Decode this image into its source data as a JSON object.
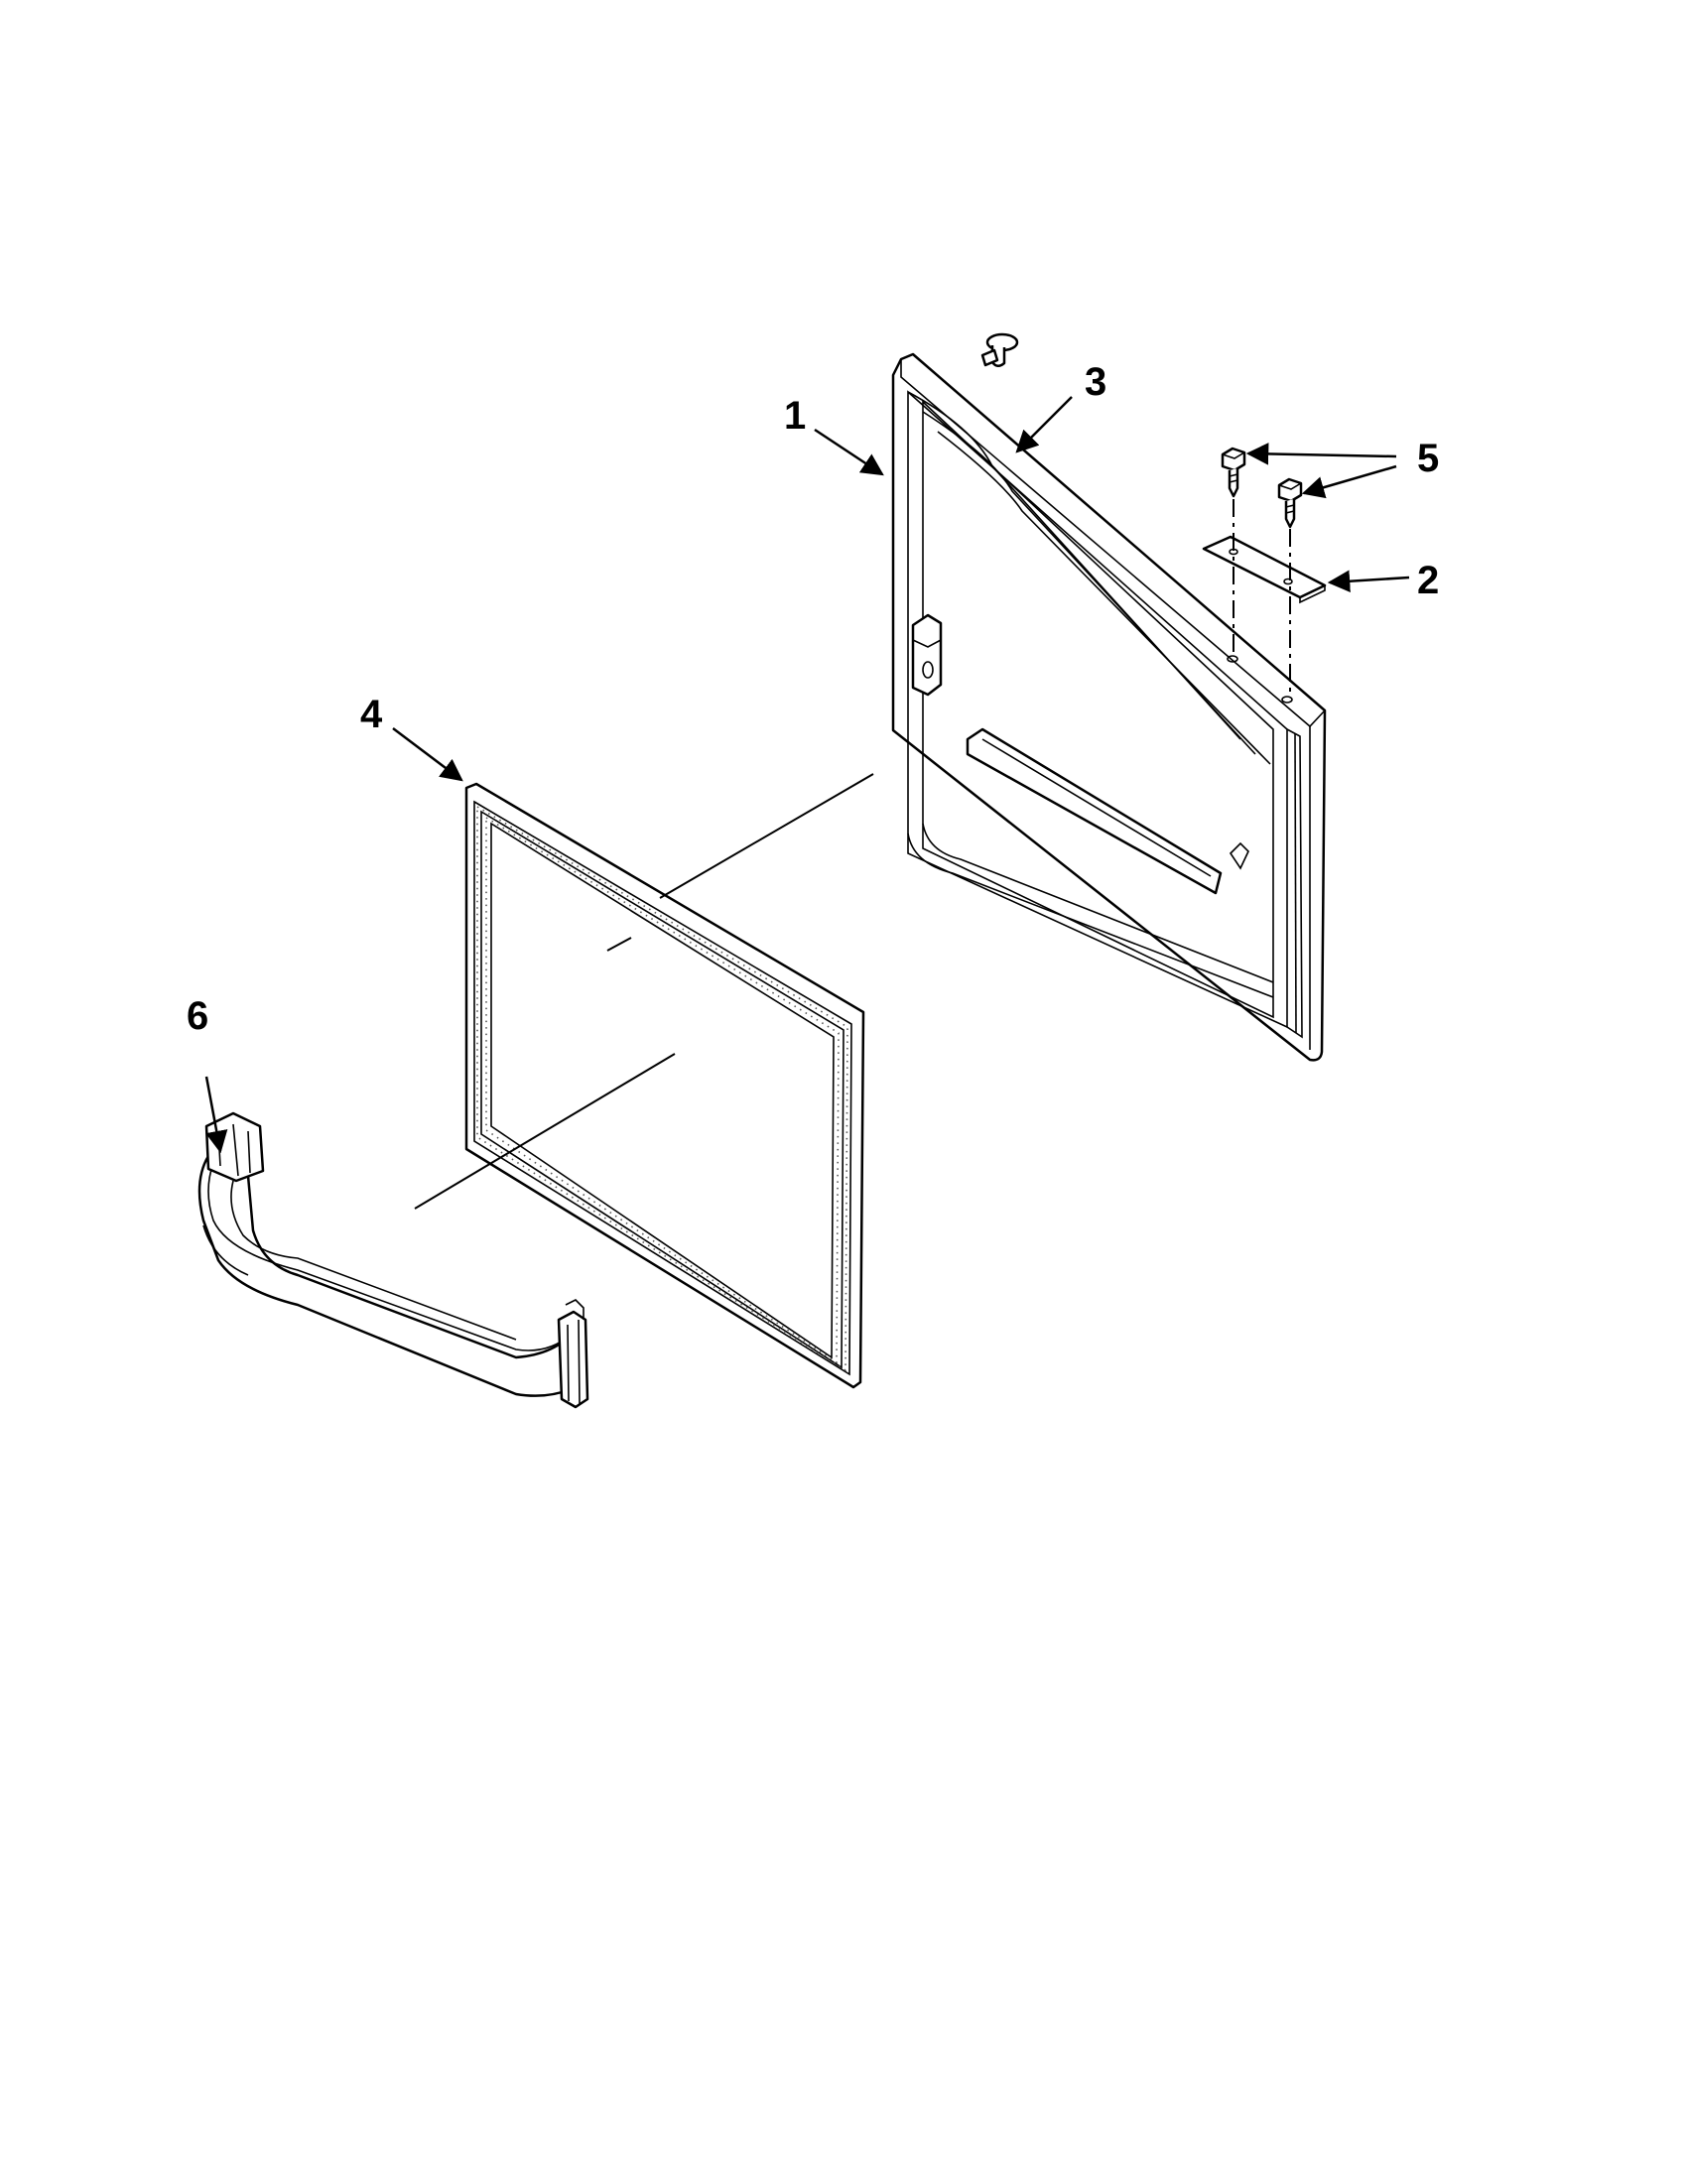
{
  "diagram": {
    "type": "exploded-parts-view",
    "callouts": [
      {
        "id": "1",
        "label": "1"
      },
      {
        "id": "2",
        "label": "2"
      },
      {
        "id": "3",
        "label": "3"
      },
      {
        "id": "4",
        "label": "4"
      },
      {
        "id": "5",
        "label": "5"
      },
      {
        "id": "6",
        "label": "6"
      }
    ]
  },
  "colors": {
    "line": "#000000",
    "background": "#ffffff"
  }
}
